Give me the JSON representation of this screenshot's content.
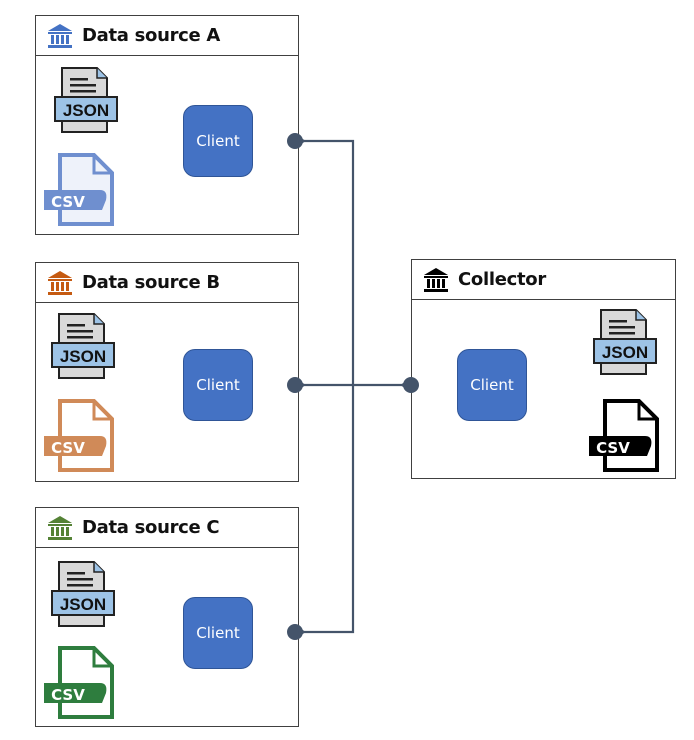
{
  "sources": [
    {
      "title": "Data source A",
      "icon": "bank-icon",
      "color": "#4472c4",
      "csv_color": "#6f8fcf",
      "client_label": "Client",
      "json_label": "JSON",
      "csv_label": "CSV"
    },
    {
      "title": "Data source B",
      "icon": "bank-icon",
      "color": "#c55a11",
      "csv_color": "#d08a58",
      "client_label": "Client",
      "json_label": "JSON",
      "csv_label": "CSV"
    },
    {
      "title": "Data source C",
      "icon": "bank-icon",
      "color": "#548235",
      "csv_color": "#2e7d3e",
      "client_label": "Client",
      "json_label": "JSON",
      "csv_label": "CSV"
    }
  ],
  "collector": {
    "title": "Collector",
    "icon": "bank-icon",
    "color": "#000000",
    "client_label": "Client",
    "json_label": "JSON",
    "csv_label": "CSV"
  },
  "colors": {
    "client_fill": "#4472c4",
    "local_arrow": "#4472c4",
    "network_line": "#44546a",
    "json_label_bg": "#9dc3e6"
  }
}
